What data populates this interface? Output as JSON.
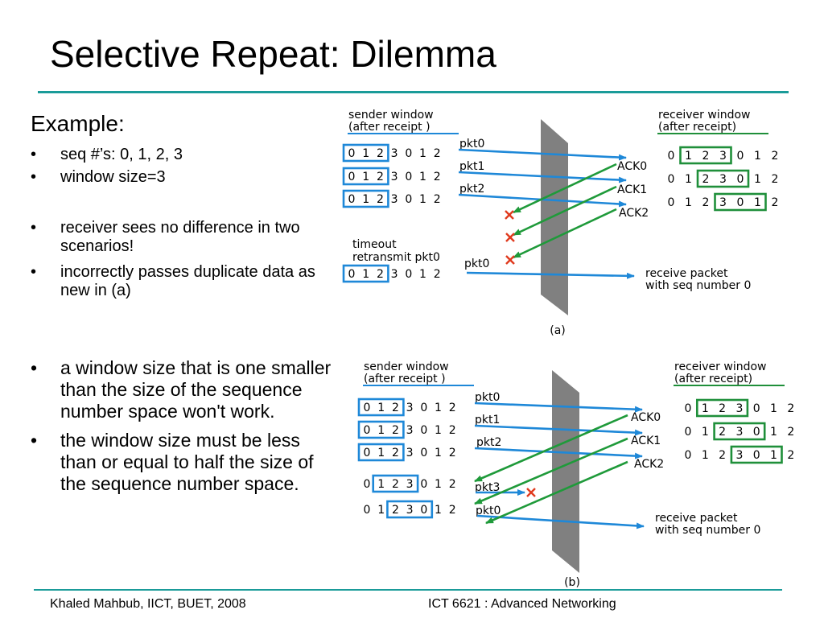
{
  "title": "Selective Repeat: Dilemma",
  "left": {
    "heading": "Example:",
    "group1": [
      "seq #’s: 0, 1, 2, 3",
      "window size=3"
    ],
    "group2": [
      "receiver sees no difference in two scenarios!",
      "incorrectly passes duplicate data as new in (a)"
    ],
    "group3": [
      "a window size that is one smaller than the size of the sequence number space won't work.",
      "the window size must be less than or equal to half the size of the sequence number space."
    ]
  },
  "footer": {
    "left": "Khaled Mahbub, IICT, BUET, 2008",
    "center": "ICT 6621 : Advanced Networking"
  },
  "diagrams": [
    {
      "caption": "(a)",
      "sender_header": [
        "sender window",
        "(after receipt )"
      ],
      "receiver_header": [
        "receiver window",
        "(after receipt)"
      ],
      "sender_rows": [
        {
          "seq": [
            "0",
            "1",
            "2",
            "3",
            "0",
            "1",
            "2"
          ],
          "window": [
            0,
            2
          ]
        },
        {
          "seq": [
            "0",
            "1",
            "2",
            "3",
            "0",
            "1",
            "2"
          ],
          "window": [
            0,
            2
          ]
        },
        {
          "seq": [
            "0",
            "1",
            "2",
            "3",
            "0",
            "1",
            "2"
          ],
          "window": [
            0,
            2
          ]
        },
        {
          "seq": [
            "0",
            "1",
            "2",
            "3",
            "0",
            "1",
            "2"
          ],
          "window": [
            0,
            2
          ]
        }
      ],
      "receiver_rows": [
        {
          "seq": [
            "0",
            "1",
            "2",
            "3",
            "0",
            "1",
            "2"
          ],
          "window": [
            1,
            3
          ]
        },
        {
          "seq": [
            "0",
            "1",
            "2",
            "3",
            "0",
            "1",
            "2"
          ],
          "window": [
            2,
            4
          ]
        },
        {
          "seq": [
            "0",
            "1",
            "2",
            "3",
            "0",
            "1",
            "2"
          ],
          "window": [
            3,
            5
          ]
        }
      ],
      "packet_labels": [
        "pkt0",
        "pkt1",
        "pkt2",
        "pkt0"
      ],
      "ack_labels": [
        "ACK0",
        "ACK1",
        "ACK2"
      ],
      "timeout_label": [
        "timeout",
        "retransmit pkt0"
      ],
      "result_label": [
        "receive packet",
        "with seq number 0"
      ]
    },
    {
      "caption": "(b)",
      "sender_header": [
        "sender window",
        "(after receipt )"
      ],
      "receiver_header": [
        "receiver window",
        "(after receipt)"
      ],
      "sender_rows": [
        {
          "seq": [
            "0",
            "1",
            "2",
            "3",
            "0",
            "1",
            "2"
          ],
          "window": [
            0,
            2
          ]
        },
        {
          "seq": [
            "0",
            "1",
            "2",
            "3",
            "0",
            "1",
            "2"
          ],
          "window": [
            0,
            2
          ]
        },
        {
          "seq": [
            "0",
            "1",
            "2",
            "3",
            "0",
            "1",
            "2"
          ],
          "window": [
            0,
            2
          ]
        },
        {
          "seq": [
            "0",
            "1",
            "2",
            "3",
            "0",
            "1",
            "2"
          ],
          "window": [
            1,
            3
          ]
        },
        {
          "seq": [
            "0",
            "1",
            "2",
            "3",
            "0",
            "1",
            "2"
          ],
          "window": [
            2,
            4
          ]
        }
      ],
      "receiver_rows": [
        {
          "seq": [
            "0",
            "1",
            "2",
            "3",
            "0",
            "1",
            "2"
          ],
          "window": [
            1,
            3
          ]
        },
        {
          "seq": [
            "0",
            "1",
            "2",
            "3",
            "0",
            "1",
            "2"
          ],
          "window": [
            2,
            4
          ]
        },
        {
          "seq": [
            "0",
            "1",
            "2",
            "3",
            "0",
            "1",
            "2"
          ],
          "window": [
            3,
            5
          ]
        }
      ],
      "packet_labels": [
        "pkt0",
        "pkt1",
        "pkt2",
        "pkt3",
        "pkt0"
      ],
      "ack_labels": [
        "ACK0",
        "ACK1",
        "ACK2"
      ],
      "result_label": [
        "receive packet",
        "with seq number 0"
      ]
    }
  ],
  "colors": {
    "rule": "#1a9b99",
    "sender_box": "#1e88d8",
    "receiver_box": "#1f8f3a",
    "data_arrow": "#1e88d8",
    "ack_arrow": "#1f9a3a",
    "loss_mark": "#e03a1e",
    "channel": "#808080"
  }
}
